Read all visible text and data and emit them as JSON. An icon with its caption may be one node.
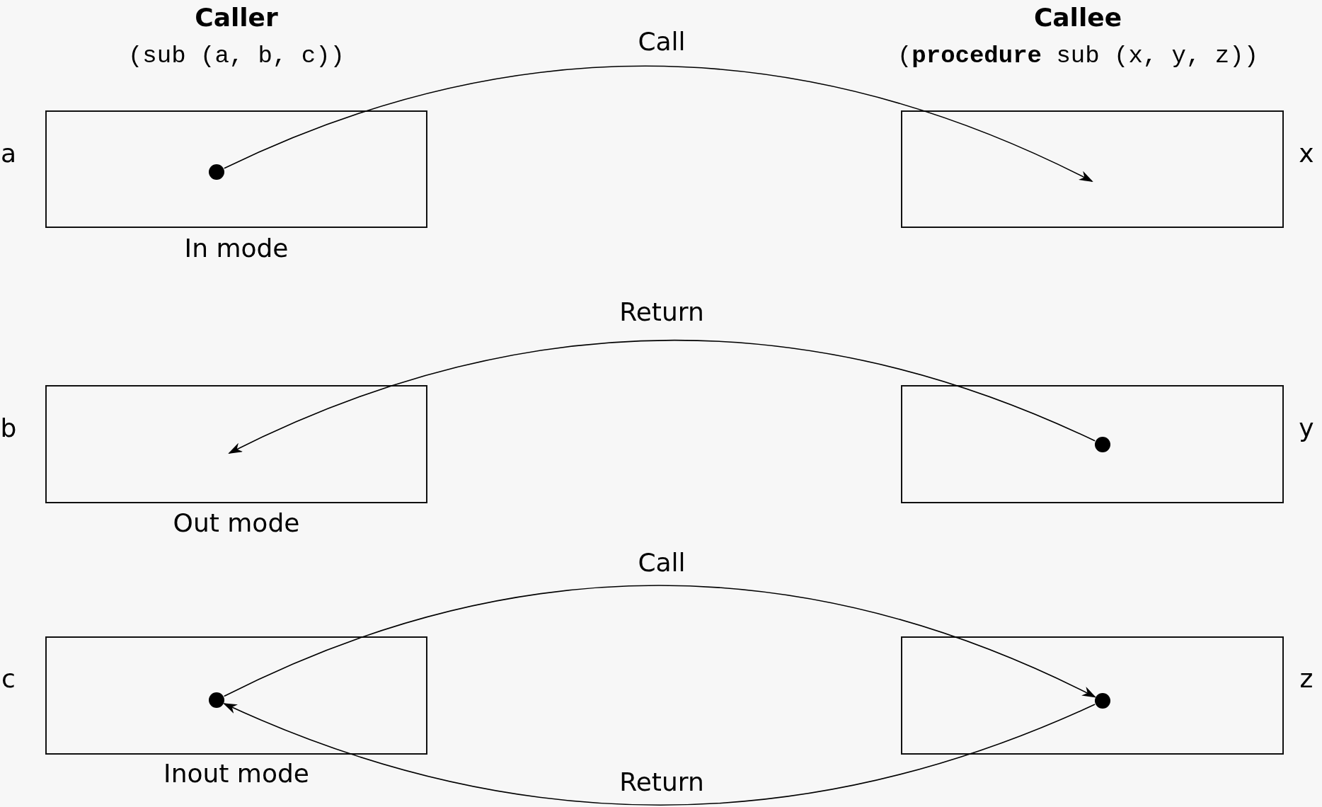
{
  "diagram": {
    "nodes": [
      {
        "text": [],
        "shape": "box",
        "beside": [
          "a",
          "In mode"
        ]
      },
      {
        "text": [],
        "shape": "circle",
        "in": 0
      },
      {
        "text": [],
        "shape": "box",
        "beside": [
          "x"
        ]
      },
      {
        "text": [],
        "shape": "box",
        "beside": [
          "b",
          "Out mode"
        ]
      },
      {
        "text": [],
        "shape": "box",
        "beside": [
          "y"
        ]
      },
      {
        "text": [],
        "shape": "circle",
        "in": 4
      },
      {
        "text": [],
        "shape": "box",
        "beside": [
          "c",
          "Inout mode"
        ]
      },
      {
        "text": [],
        "shape": "circle",
        "in": 6
      },
      {
        "text": [],
        "shape": "box",
        "beside": [
          "z"
        ]
      },
      {
        "text": [],
        "shape": "circle",
        "in": 8
      }
    ],
    "edges": [
      {
        "from": 1,
        "to": 2,
        "arrow": "to",
        "label": "Call"
      },
      {
        "from": 5,
        "to": 3,
        "arrow": "to",
        "label": "Return"
      },
      {
        "from": 7,
        "to": 9,
        "arrow": "to",
        "label": "Call"
      },
      {
        "from": 9,
        "to": 7,
        "arrow": "to",
        "label": "Return"
      }
    ],
    "labels": [
      "Caller",
      "(sub (a, b, c))",
      "Callee",
      "(**procedure** sub (x, y, z))"
    ]
  }
}
